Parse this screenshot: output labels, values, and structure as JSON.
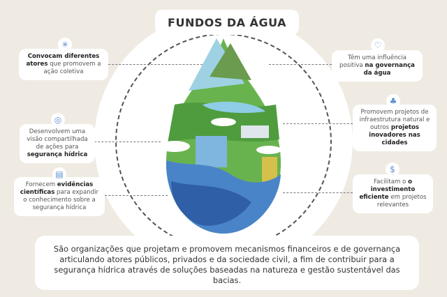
{
  "title": "FUNDOS DA ÁGUA",
  "left": [
    {
      "icon": "network-icon",
      "pre": "",
      "bold": "Convocam diferentes atores",
      "post": " que promovem a ação coletiva"
    },
    {
      "icon": "target-icon",
      "pre": "Desenvolvem uma visão compartilhada de ações para ",
      "bold": "segurança hídrica",
      "post": ""
    },
    {
      "icon": "document-icon",
      "pre": "Fornecem ",
      "bold": "evidências científicas",
      "post": " para expandir o conhecimento sobre a segurança hídrica"
    }
  ],
  "right": [
    {
      "icon": "handshake-heart-icon",
      "pre": "Têm uma influência positiva ",
      "bold": "na governança da água",
      "post": ""
    },
    {
      "icon": "tree-hand-icon",
      "pre": "Promovem projetos de infraestrutura natural e outros ",
      "bold": "projetos inovadores nas cidades",
      "post": ""
    },
    {
      "icon": "money-bag-icon",
      "pre": "Facilitam o ",
      "bold": "o investimento eficiente",
      "post": " em projetos relevantes"
    }
  ],
  "description": "São organizações que projetam e promovem mecanismos financeiros e de governança articulando atores públicos, privados e da sociedade civil, a fim de contribuir para a segurança hídrica através de soluções baseadas na natureza e gestão sustentável das bacias.",
  "colors": {
    "background": "#efebe3",
    "green": "#5aa84a",
    "blue": "#3f78c4"
  }
}
